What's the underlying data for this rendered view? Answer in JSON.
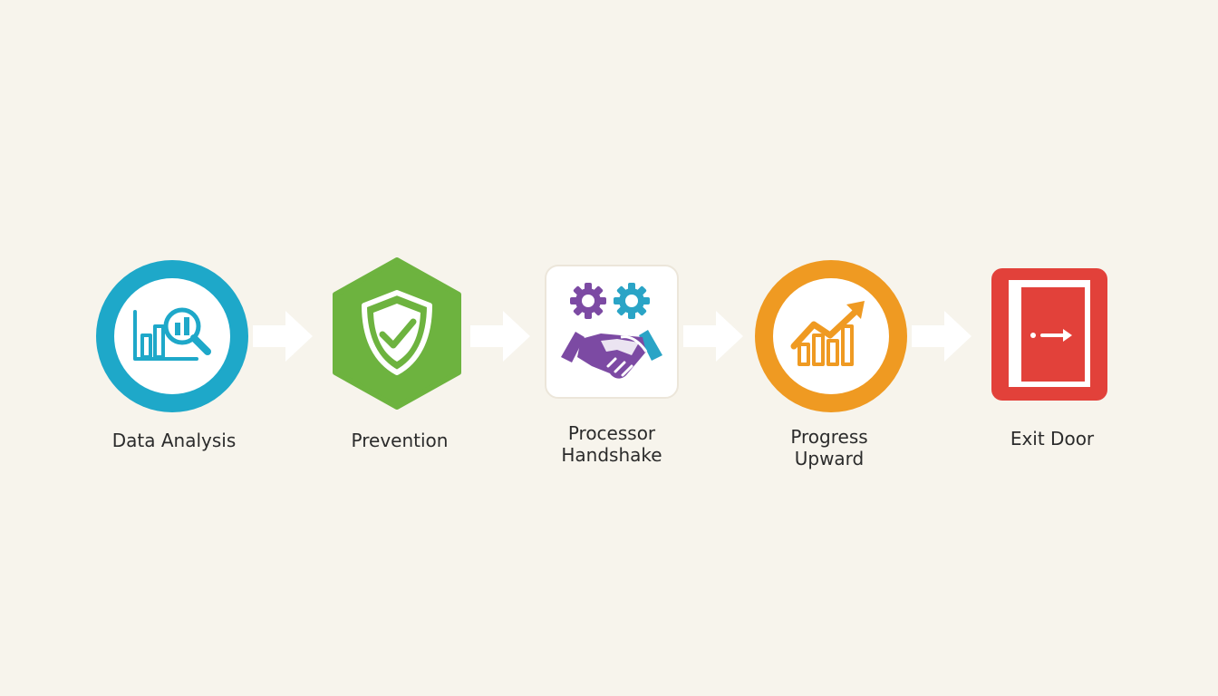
{
  "steps": [
    {
      "id": "data-analysis",
      "label_lines": [
        "Data Analysis"
      ],
      "icon": "bar-chart-magnifier-icon",
      "shape": "circle",
      "color": "#1ea8c9"
    },
    {
      "id": "prevention",
      "label_lines": [
        "Prevention"
      ],
      "icon": "shield-check-icon",
      "shape": "hexagon",
      "color": "#6db33f"
    },
    {
      "id": "processor-handshake",
      "label_lines": [
        "Processor",
        "Handshake"
      ],
      "icon": "gears-handshake-icon",
      "shape": "rounded-square",
      "color": "#ffffff"
    },
    {
      "id": "progress-upward",
      "label_lines": [
        "Progress",
        "Upward"
      ],
      "icon": "growth-chart-arrow-icon",
      "shape": "circle",
      "color": "#ef9a22"
    },
    {
      "id": "exit-door",
      "label_lines": [
        "Exit Door"
      ],
      "icon": "exit-door-icon",
      "shape": "rounded-square",
      "color": "#e2413a"
    }
  ],
  "arrows": [
    "arrow-right-icon",
    "arrow-right-icon",
    "arrow-right-icon",
    "arrow-right-icon"
  ],
  "colors": {
    "background": "#f7f4ec",
    "teal": "#1ea8c9",
    "green": "#6db33f",
    "purple": "#7c4aa3",
    "cyan": "#2aa4c6",
    "orange": "#ef9a22",
    "red": "#e2413a",
    "arrow": "#ffffff",
    "text": "#2b2b2b"
  }
}
